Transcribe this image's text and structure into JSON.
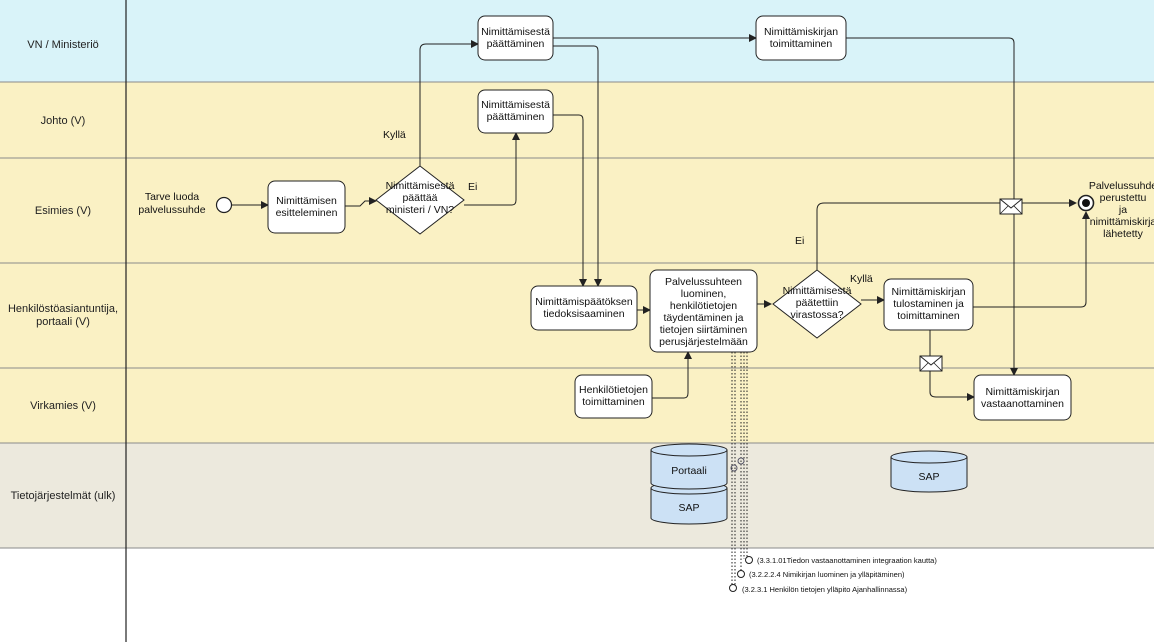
{
  "lanes": [
    {
      "name": "VN / Ministeriö",
      "color": "#d9f3f9"
    },
    {
      "name": "Johto (V)",
      "color": "#faf1c4"
    },
    {
      "name": "Esimies (V)",
      "color": "#faf1c4"
    },
    {
      "name": "Henkilöstöasiantuntija, portaali (V)",
      "color": "#faf1c4"
    },
    {
      "name": "Virkamies (V)",
      "color": "#faf1c4"
    },
    {
      "name": "Tietojärjestelmät (ulk)",
      "color": "#ece9dd"
    }
  ],
  "start_event": {
    "label": "Tarve luoda palvelussuhde"
  },
  "end_event": {
    "label": "Palvelussuhde perustettu ja nimittämiskirja lähetetty"
  },
  "tasks": {
    "vn_decision": "Nimittämisestä päättäminen",
    "vn_deliver": "Nimittämiskirjan toimittaminen",
    "johto_decision": "Nimittämisestä päättäminen",
    "esimies_propose": "Nimittämisen esitteleminen",
    "hr_notify": "Nimittämispäätöksen tiedoksisaaminen",
    "hr_create": "Palvelussuhteen luominen, henkilötietojen täydentäminen ja tietojen siirtäminen perusjärjestelmään",
    "hr_print": "Nimittämiskirjan tulostaminen ja toimittaminen",
    "emp_deliver": "Henkilötietojen toimittaminen",
    "emp_receive": "Nimittämiskirjan vastaanottaminen"
  },
  "gateways": {
    "g1": "Nimittämisestä päättää ministeri / VN?",
    "g2": "Nimittämisestä päätettiin virastossa?"
  },
  "edge_labels": {
    "g1_yes": "Kyllä",
    "g1_no": "Ei",
    "g2_yes": "Kyllä",
    "g2_no": "Ei"
  },
  "data_stores": {
    "portaali": "Portaali",
    "sap1": "SAP",
    "sap2": "SAP"
  },
  "references": [
    "(3.3.1.01Tiedon vastaanottaminen integraation kautta)",
    "(3.2.2.2.4 Nimikirjan luominen ja ylläpitäminen)",
    "(3.2.3.1 Henkilön tietojen ylläpito Ajanhallinnassa)"
  ]
}
